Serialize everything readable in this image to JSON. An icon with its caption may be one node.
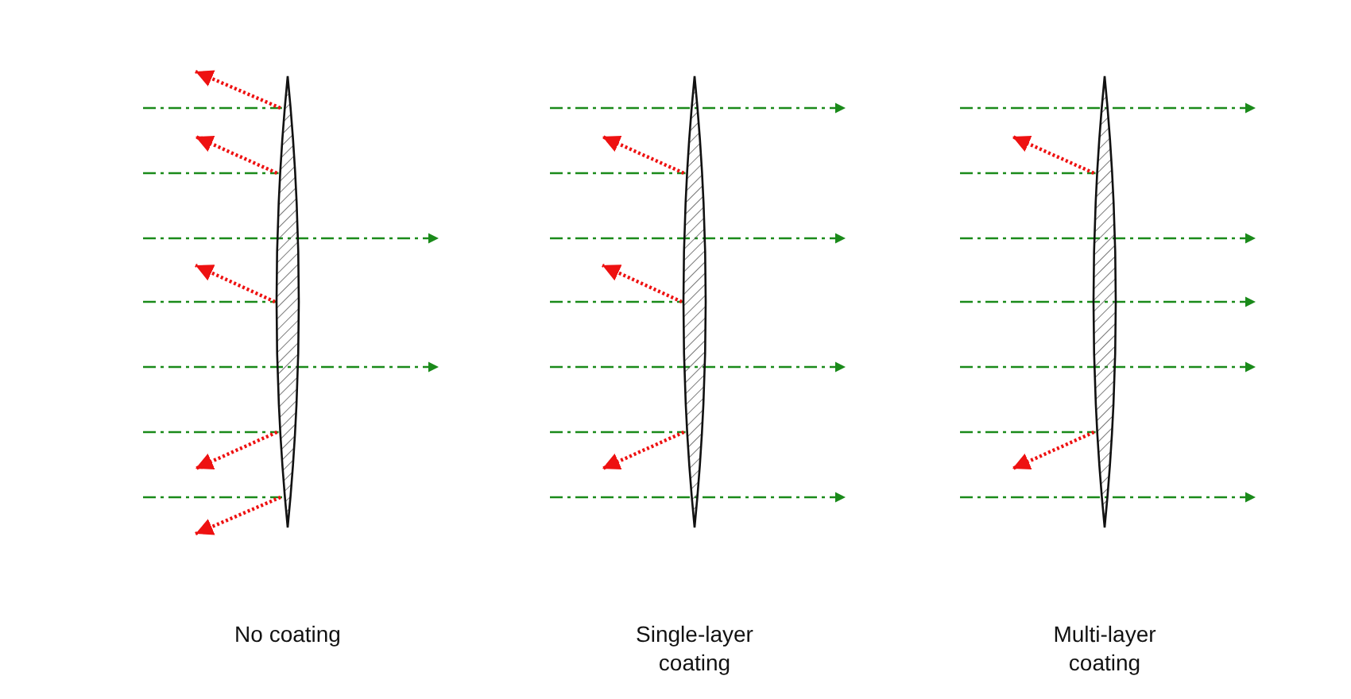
{
  "diagram": {
    "labels": [
      "No coating",
      "Single-layer coating",
      "Multi-layer coating"
    ]
  }
}
